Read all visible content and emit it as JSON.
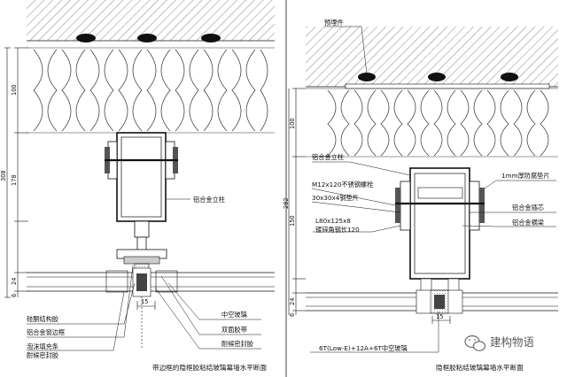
{
  "left_panel": {
    "dims": {
      "total": "308",
      "insulation": "100",
      "mullion_zone": "178",
      "a": "24",
      "b": "6",
      "gap": "15"
    },
    "labels": {
      "mullion": "铝合金立柱",
      "structural_silicone": "硅酮结构胶",
      "window_frame": "铝合金窗边框",
      "foam_fill": "泡沫填充条",
      "weather_seal": "耐候密封胶",
      "insulated_glass": "中空玻璃",
      "double_tape": "双面胶带",
      "weather_seal_r": "耐候密封胶"
    },
    "caption": "带边框的隐框胶粘结玻璃幕墙水平断面"
  },
  "right_panel": {
    "dims": {
      "total": "282",
      "insulation": "100",
      "mullion_zone": "150",
      "a": "24",
      "b": "6",
      "gap": "15"
    },
    "labels": {
      "embed": "预埋件",
      "mullion": "铝合金立柱",
      "bolt": "M12x120不锈钢螺栓",
      "washer": "30x30x4钢垫片",
      "pad": "1mm厚防腐垫片",
      "angle_1": "L80x125x8",
      "angle_2": "镀锌角钢长120",
      "core": "铝合金插芯",
      "transom": "铝合金横梁",
      "glass_spec": "6T(Low-E)+12A+6T中空玻璃"
    },
    "caption": "隐框胶粘结玻璃幕墙水平断面"
  },
  "watermark": {
    "icon": "wechat-icon",
    "text": "建构物语"
  }
}
